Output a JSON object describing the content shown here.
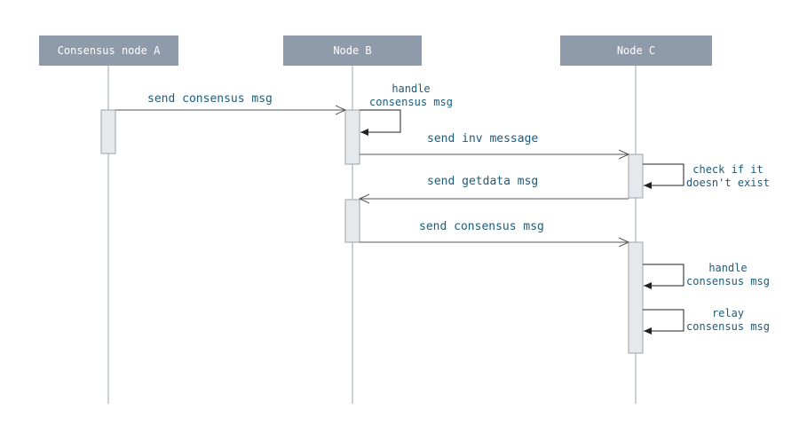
{
  "colors": {
    "actor_fill": "#8f9aab",
    "actor_text": "#ffffff",
    "lifeline": "#9aa3ad",
    "activation_fill": "#e6e9ec",
    "activation_stroke": "#9aa3ad",
    "arrow": "#555555",
    "self_arrow": "#222222",
    "label_text": "#1d5b7a"
  },
  "actors": {
    "a": "Consensus node A",
    "b": "Node B",
    "c": "Node C"
  },
  "messages": {
    "m1": "send consensus msg",
    "m2": "send inv message",
    "m3": "send getdata msg",
    "m4": "send consensus msg"
  },
  "self_messages": {
    "b_handle": [
      "handle",
      "consensus msg"
    ],
    "c_check": [
      "check if it",
      "doesn't exist"
    ],
    "c_handle": [
      "handle",
      "consensus msg"
    ],
    "c_relay": [
      "relay",
      "consensus msg"
    ]
  }
}
